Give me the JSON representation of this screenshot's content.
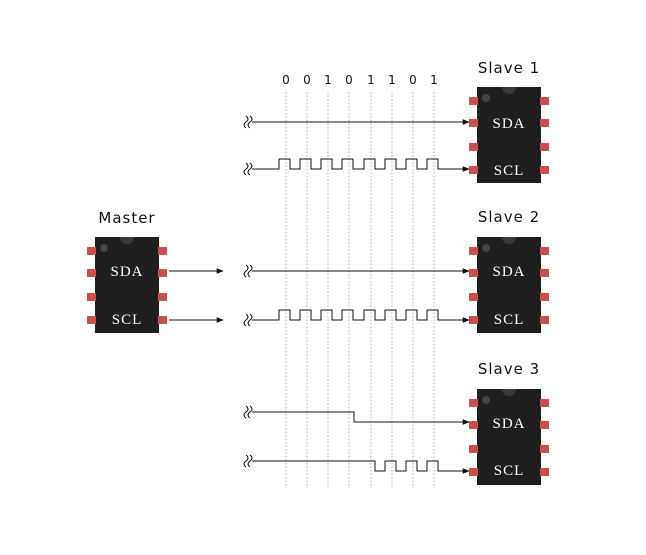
{
  "master": {
    "title": "Master",
    "pins": [
      "SDA",
      "SCL"
    ]
  },
  "slaves": [
    {
      "title": "Slave 1",
      "pins": [
        "SDA",
        "SCL"
      ]
    },
    {
      "title": "Slave 2",
      "pins": [
        "SDA",
        "SCL"
      ]
    },
    {
      "title": "Slave 3",
      "pins": [
        "SDA",
        "SCL"
      ]
    }
  ],
  "bits": [
    "0",
    "0",
    "1",
    "0",
    "1",
    "1",
    "0",
    "1"
  ],
  "colors": {
    "chip_body": "#1f1f1f",
    "pin": "#c9504f",
    "wire": "#111111",
    "gridline": "#9a9a9a",
    "background": "#ffffff"
  }
}
